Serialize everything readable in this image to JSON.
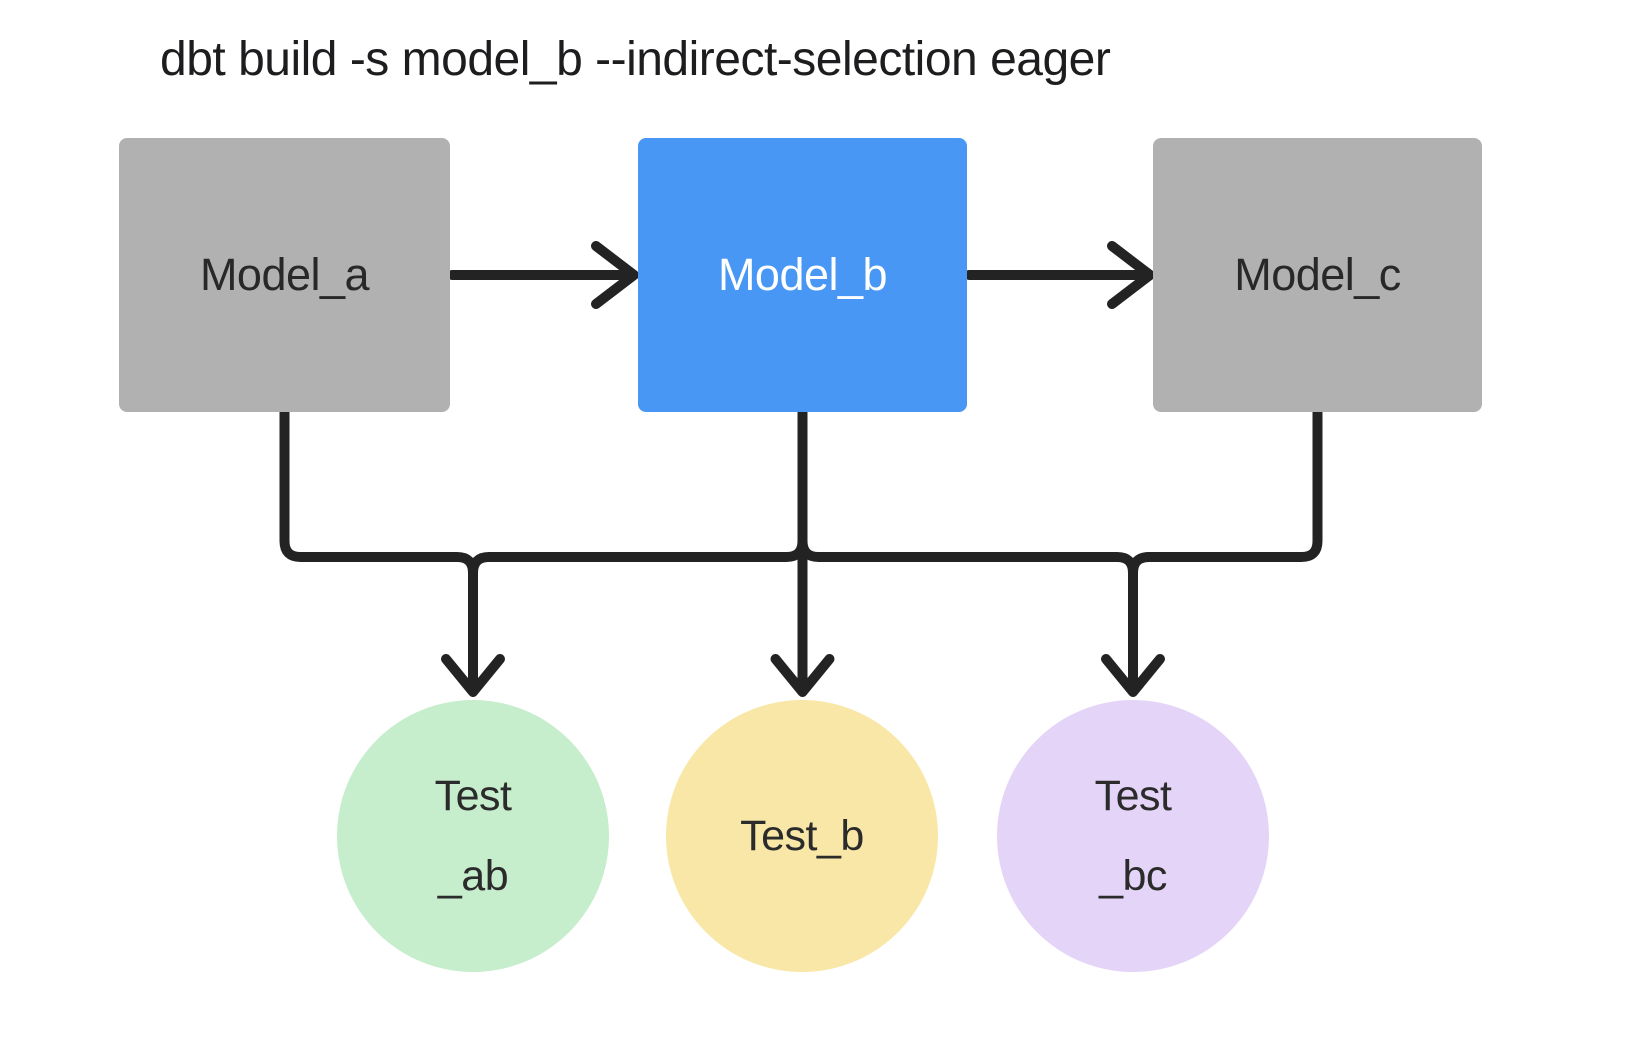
{
  "title": "dbt build -s model_b --indirect-selection eager",
  "palette": {
    "background": "#ffffff",
    "edge_color": "#232323",
    "title_color": "#1d1d1f",
    "model_default_fill": "#b1b1b1",
    "model_selected_fill": "#4997f4",
    "model_default_text": "#282828",
    "model_selected_text": "#ffffff",
    "test_text_color": "#2b2b2b"
  },
  "models": [
    {
      "id": "model_a",
      "label": "Model_a",
      "fill": "#b1b1b1",
      "text_color": "#282828",
      "selected": false
    },
    {
      "id": "model_b",
      "label": "Model_b",
      "fill": "#4997f4",
      "text_color": "#ffffff",
      "selected": true
    },
    {
      "id": "model_c",
      "label": "Model_c",
      "fill": "#b1b1b1",
      "text_color": "#282828",
      "selected": false
    }
  ],
  "tests": [
    {
      "id": "test_ab",
      "label_line1": "Test",
      "label_line2": "_ab",
      "fill": "#c6edcc",
      "text_color": "#2b2b2b"
    },
    {
      "id": "test_b",
      "label_line1": "Test_b",
      "label_line2": "",
      "fill": "#f8e7a7",
      "text_color": "#2b2b2b"
    },
    {
      "id": "test_bc",
      "label_line1": "Test",
      "label_line2": "_bc",
      "fill": "#e4d4f8",
      "text_color": "#2b2b2b"
    }
  ],
  "edges": [
    {
      "from": "model_a",
      "to": "model_b"
    },
    {
      "from": "model_b",
      "to": "model_c"
    },
    {
      "from": "model_a",
      "to": "test_ab"
    },
    {
      "from": "model_b",
      "to": "test_ab"
    },
    {
      "from": "model_b",
      "to": "test_b"
    },
    {
      "from": "model_b",
      "to": "test_bc"
    },
    {
      "from": "model_c",
      "to": "test_bc"
    }
  ]
}
